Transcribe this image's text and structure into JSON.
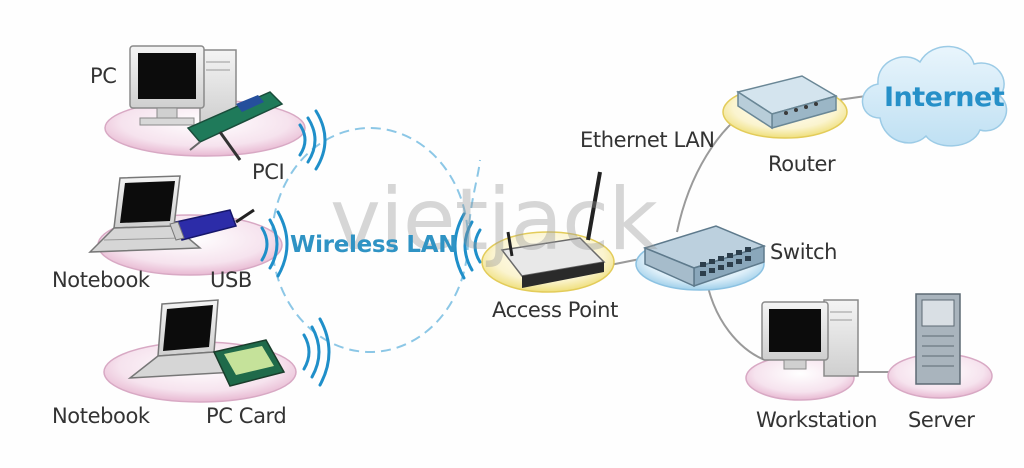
{
  "diagram": {
    "devices": {
      "pc": "PC",
      "pci": "PCI",
      "notebook_usb": "Notebook",
      "usb": "USB",
      "notebook_card": "Notebook",
      "pc_card": "PC Card",
      "wireless_lan": "Wireless LAN",
      "access_point": "Access Point",
      "ethernet_lan": "Ethernet LAN",
      "router": "Router",
      "internet": "Internet",
      "switch": "Switch",
      "workstation": "Workstation",
      "server": "Server"
    },
    "watermark": "vietjack",
    "colors": {
      "wireless_text": "#2f93c4",
      "cloud": "#cfe8f7",
      "platform_pink": "#f3dbe8",
      "platform_yellow": "#fbf3c2",
      "platform_blue": "#d7ecf8",
      "signal_waves": "#1f8fc9"
    }
  }
}
